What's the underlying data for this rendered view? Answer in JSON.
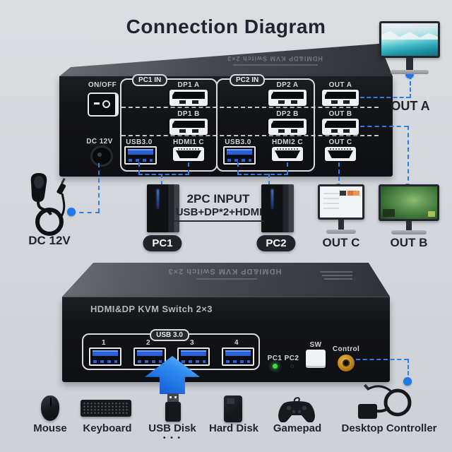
{
  "title": "Connection Diagram",
  "rear_device": {
    "top_text": "HDMI&DP KVM Switch 2×3",
    "power_switch_label": "ON/OFF",
    "dc_in_label": "DC 12V",
    "group_pc1": {
      "label": "PC1 IN",
      "dp_a": "DP1 A",
      "dp_b": "DP1 B",
      "usb": "USB3.0",
      "hdmi": "HDMI1 C"
    },
    "group_pc2": {
      "label": "PC2 IN",
      "dp_a": "DP2 A",
      "dp_b": "DP2 B",
      "usb": "USB3.0",
      "hdmi": "HDMI2 C"
    },
    "out_a": "OUT A",
    "out_b": "OUT B",
    "out_c": "OUT C"
  },
  "connections": {
    "out_a_label": "OUT A",
    "out_b_label": "OUT B",
    "out_c_label": "OUT C",
    "dc_label": "DC 12V",
    "pc1_label": "PC1",
    "pc2_label": "PC2",
    "input_title": "2PC INPUT",
    "input_subtitle": "USB+DP*2+HDMI"
  },
  "front_device": {
    "top_text": "HDMI&DP KVM Switch 2×3",
    "panel_text": "HDMI&DP KVM Switch 2×3",
    "usb_group_label": "USB 3.0",
    "usb_ports": [
      "1",
      "2",
      "3",
      "4"
    ],
    "pc1_led_label": "PC1",
    "pc2_led_label": "PC2",
    "switch_button_label": "SW",
    "control_label": "Control"
  },
  "peripherals": {
    "mouse": "Mouse",
    "keyboard": "Keyboard",
    "usb_disk": "USB Disk",
    "hard_disk": "Hard Disk",
    "gamepad": "Gamepad",
    "desktop_controller": "Desktop Controller",
    "ellipsis": "• • •"
  },
  "colors": {
    "accent_blue": "#2b7df0",
    "led_green": "#3edc4a",
    "control_gold": "#b57f12",
    "background": "#d4d8dc"
  }
}
